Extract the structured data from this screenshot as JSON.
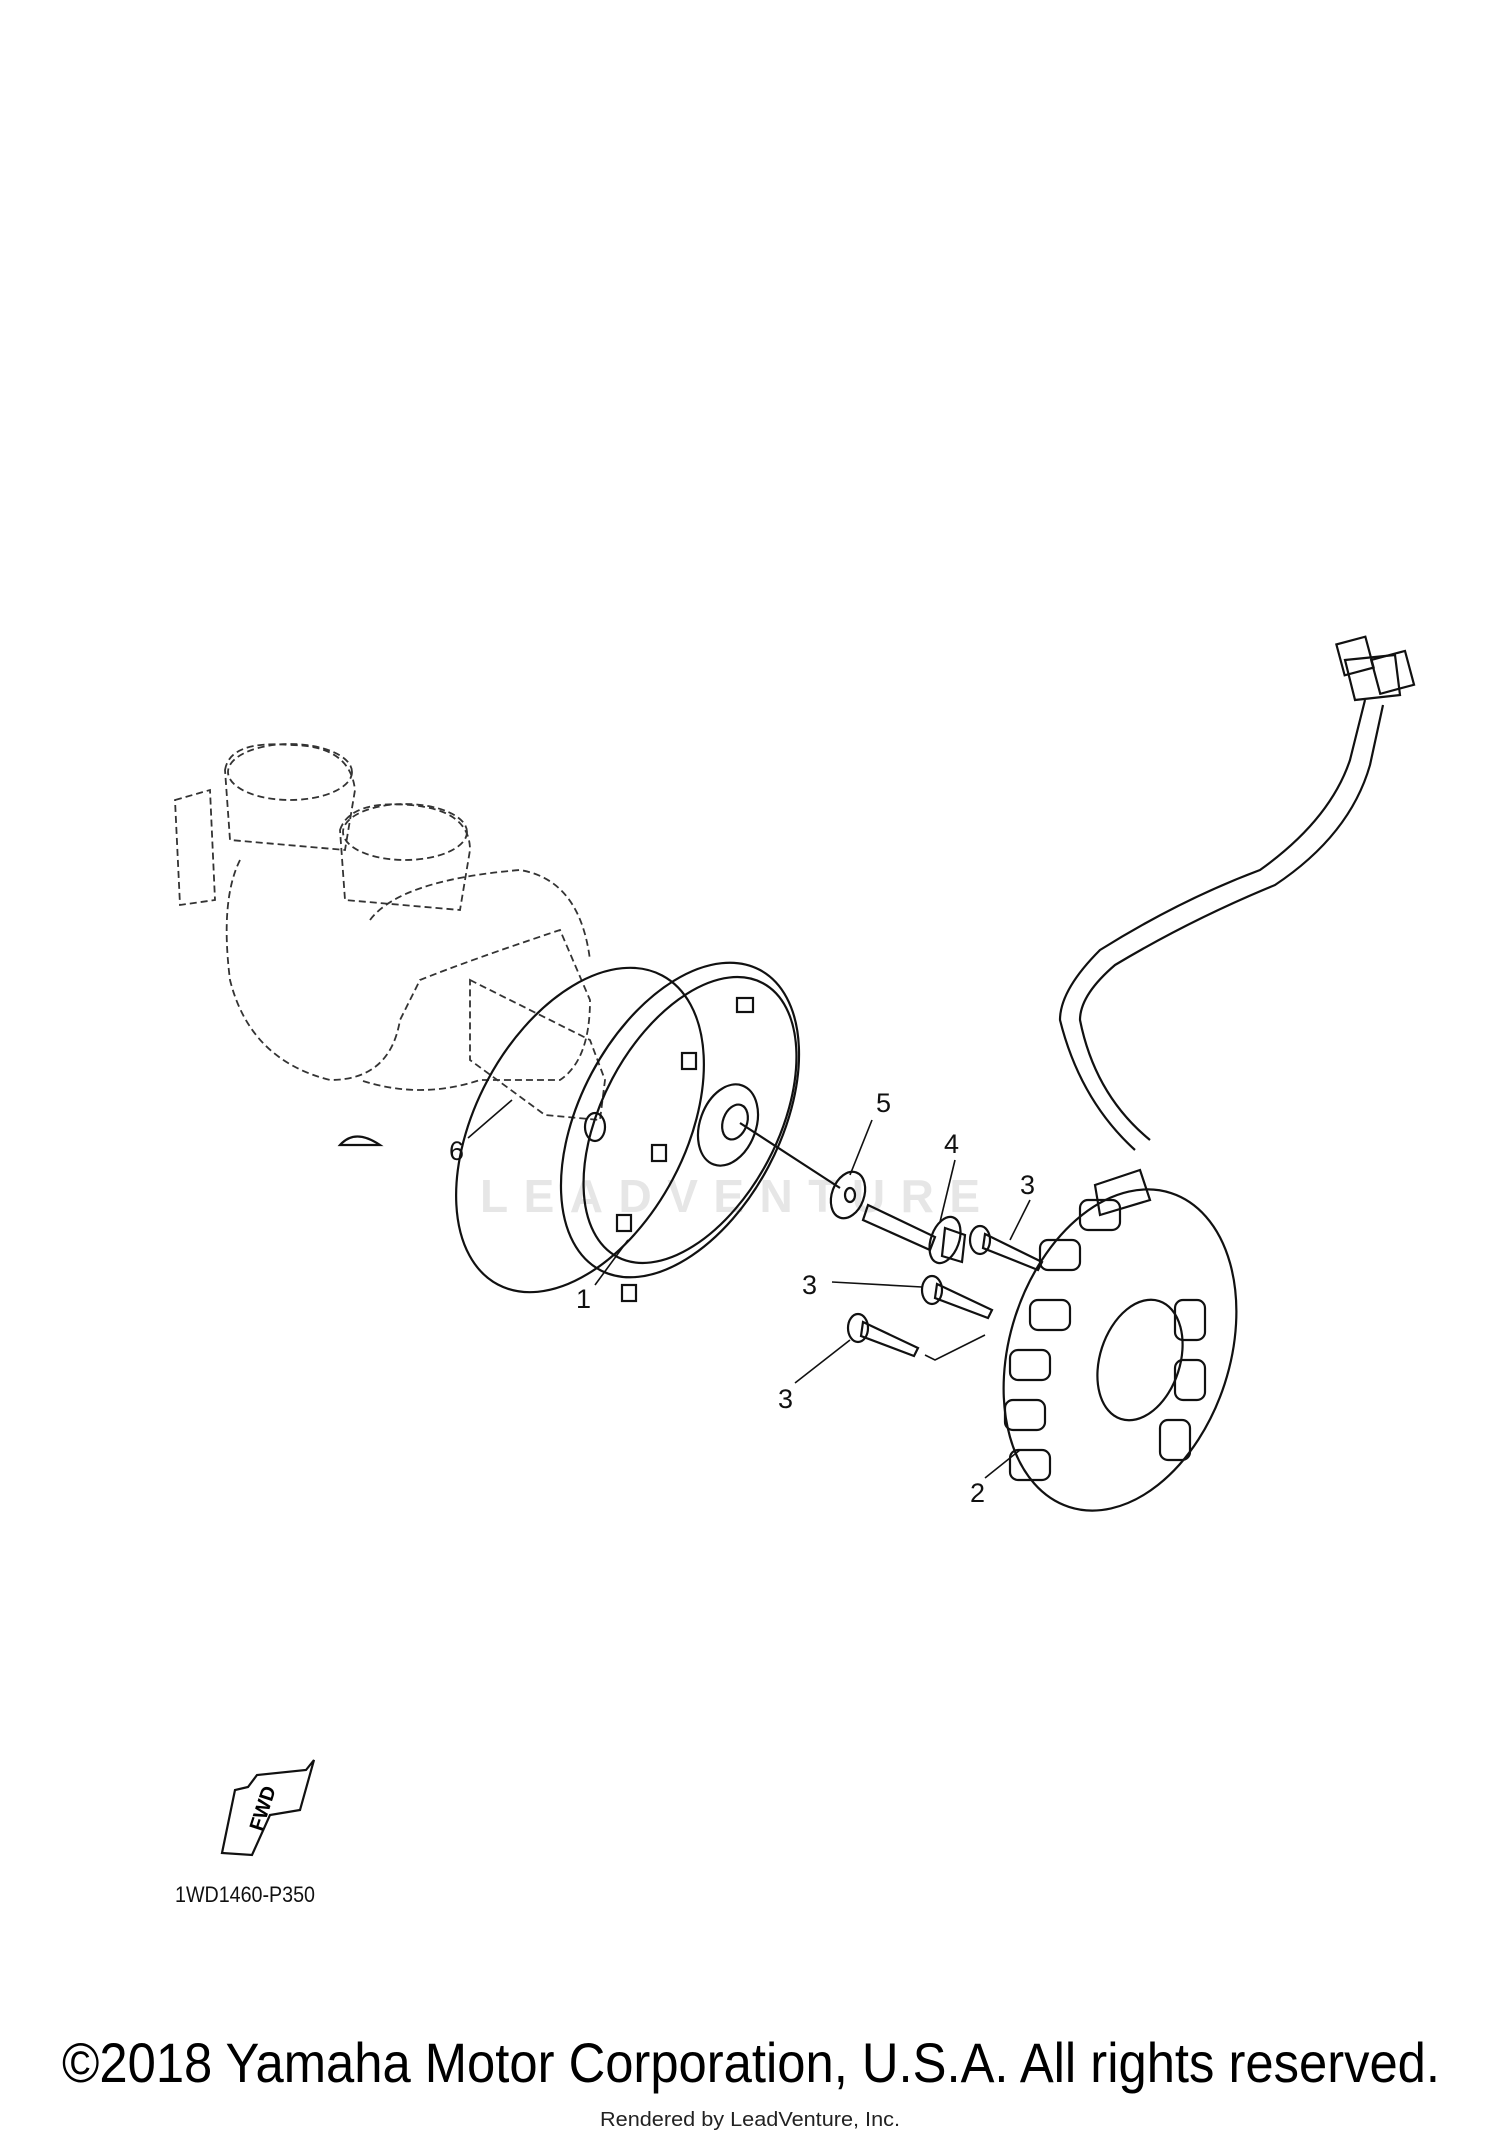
{
  "diagram": {
    "callouts": [
      {
        "number": "1"
      },
      {
        "number": "2"
      },
      {
        "number": "3"
      },
      {
        "number": "3"
      },
      {
        "number": "3"
      },
      {
        "number": "4"
      },
      {
        "number": "5"
      },
      {
        "number": "6"
      }
    ],
    "direction_badge": "FWD",
    "drawing_code": "1WD1460-P350",
    "watermark": "LEADVENTURE"
  },
  "footer": {
    "copyright": "©2018 Yamaha Motor Corporation, U.S.A. All rights reserved.",
    "rendered_by": "Rendered by LeadVenture, Inc."
  }
}
